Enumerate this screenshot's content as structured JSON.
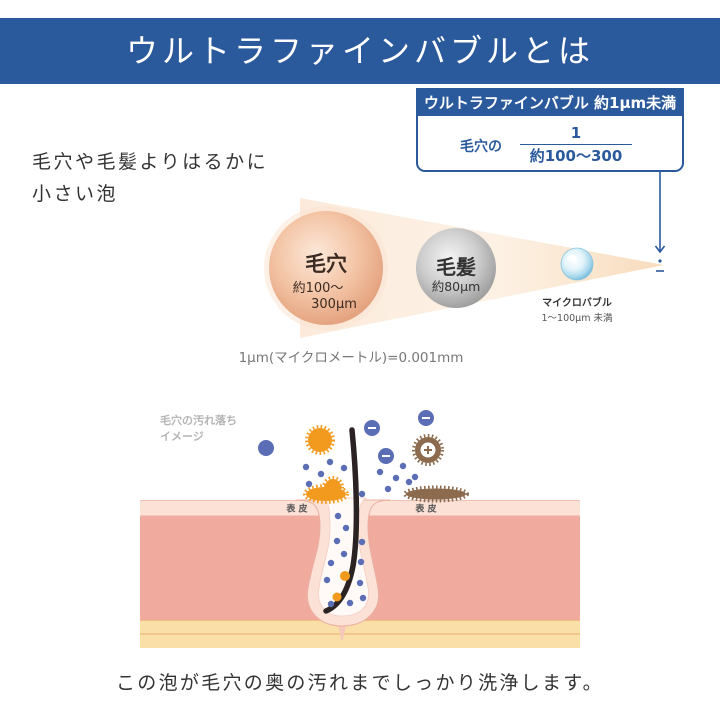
{
  "header": {
    "title": "ウルトラファインバブルとは"
  },
  "callout": {
    "title": "ウルトラファインバブル 約1μm未満",
    "ratio_label": "毛穴の",
    "ratio_numerator": "1",
    "ratio_denominator": "約100〜300"
  },
  "intro": {
    "line1": "毛穴や毛髪よりはるかに",
    "line2": "小さい泡"
  },
  "comparison": {
    "pore": {
      "name": "毛穴",
      "size_line1": "約100〜",
      "size_line2": "300μm"
    },
    "hair": {
      "name": "毛髪",
      "size": "約80μm"
    },
    "microbubble": {
      "name": "マイクロバブル",
      "size": "1〜100μm 未満"
    }
  },
  "unit_note": "1μm(マイクロメートル)=0.001mm",
  "illustration": {
    "caption_line1": "毛穴の汚れ落ち",
    "caption_line2": "イメージ",
    "skin_label_left": "表 皮",
    "skin_label_right": "表 皮"
  },
  "footer": {
    "text": "この泡が毛穴の奥の汚れまでしっかり洗浄します。"
  },
  "colors": {
    "brand_blue": "#2b5a9c",
    "text_dark": "#333333",
    "dirt_orange": "#f29a1e",
    "dirt_brown": "#8b6a4d",
    "bubble_blue": "#5a6db5",
    "skin_dermis": "#f1aa9e",
    "skin_epidermis": "#fbe1d6",
    "skin_subcutis": "#fadfa9",
    "hair": "#2b2323"
  }
}
